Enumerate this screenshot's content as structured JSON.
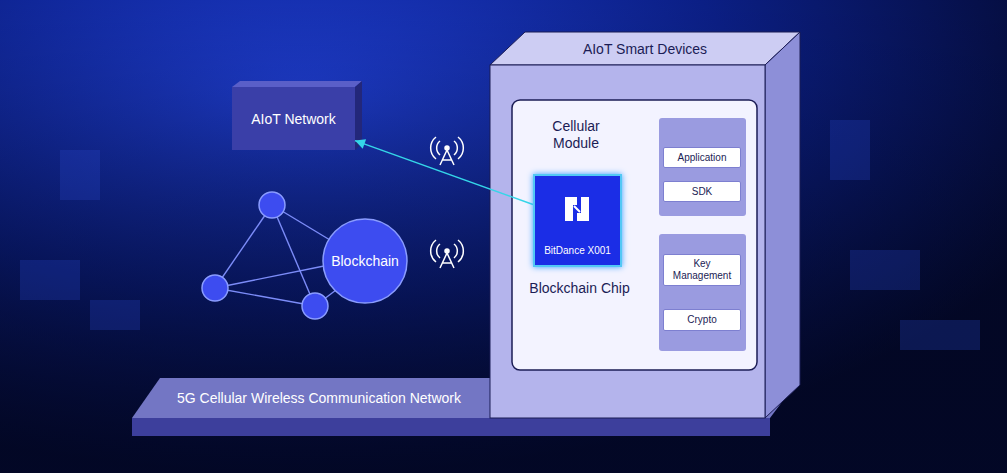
{
  "diagram": {
    "nodes": [
      {
        "text": [
          "AIoT Network"
        ]
      },
      {
        "text": [
          "Blockchain"
        ]
      },
      {
        "text": [
          "AIoT Smart Devices"
        ]
      },
      {
        "text": [
          "Cellular Module"
        ],
        "in": 2
      },
      {
        "text": [
          "BitDance X001",
          "Blockchain Chip"
        ],
        "in": 3
      },
      {
        "text": [
          "Application"
        ],
        "in": 3
      },
      {
        "text": [
          "SDK"
        ],
        "in": 3
      },
      {
        "text": [
          "Key Management"
        ],
        "in": 3
      },
      {
        "text": [
          "Crypto"
        ],
        "in": 3
      },
      {
        "text": [
          "5G Cellular Wireless Communication Network"
        ]
      }
    ],
    "edges": [
      {
        "from": 4,
        "to": 0,
        "arrow": "to"
      }
    ]
  }
}
